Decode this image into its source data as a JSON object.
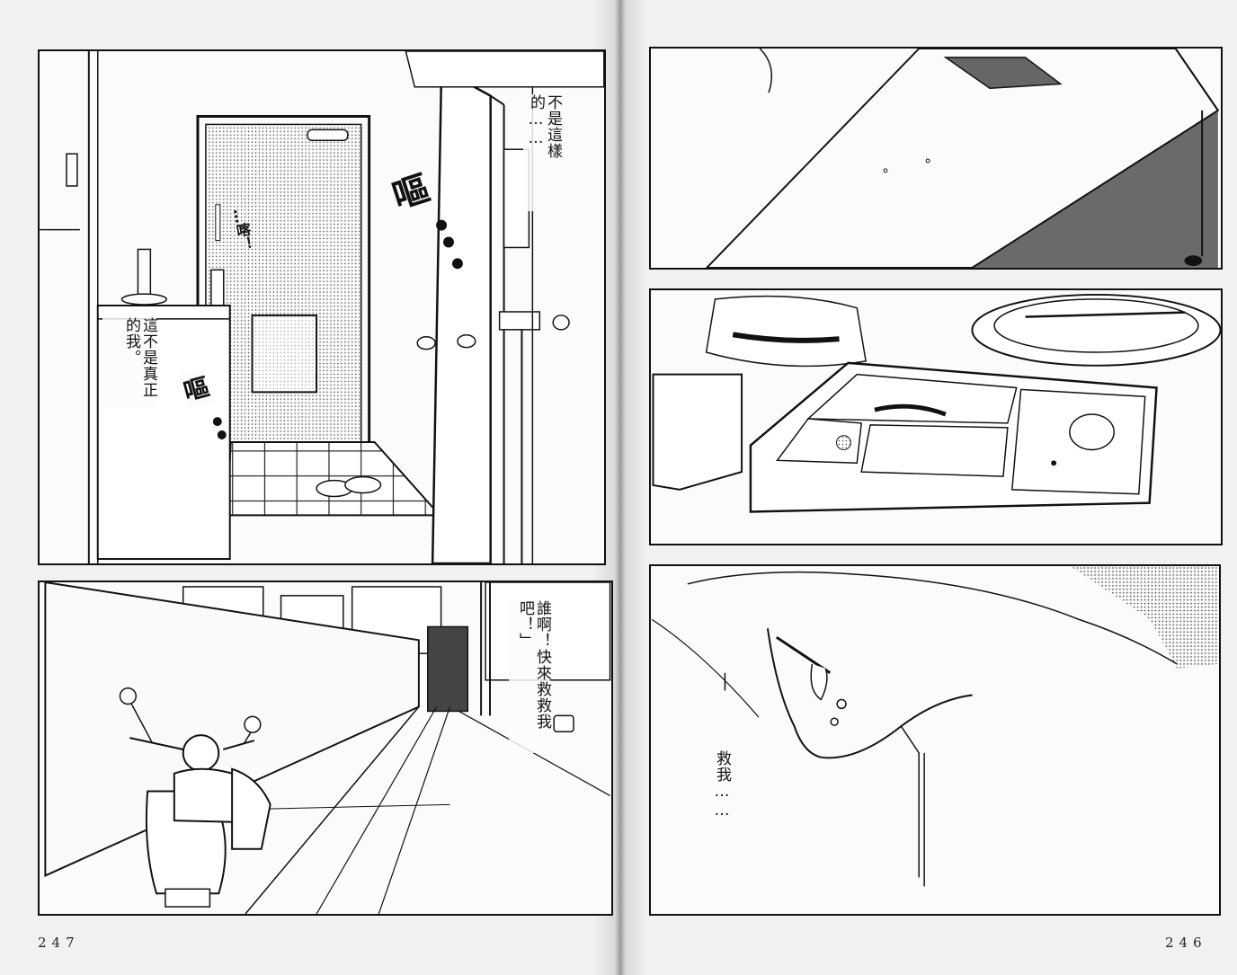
{
  "spread": {
    "left_page": {
      "page_number": "247",
      "panel_top": {
        "sfx_1": "嘔",
        "sfx_2": "嘔",
        "sfx_door": "…喀！",
        "text_right": "不是這樣的……",
        "text_left": "這不是真正的我。"
      },
      "panel_bottom": {
        "text": "誰啊！快來救救我吧！」"
      }
    },
    "right_page": {
      "page_number": "246",
      "panel_bottom": {
        "text": "救我……"
      }
    }
  }
}
